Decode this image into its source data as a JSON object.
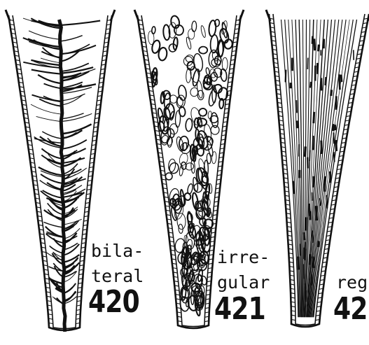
{
  "figures": [
    {
      "id": "420",
      "caption_line1": "bila-",
      "caption_line2": "teral",
      "pattern": "bilateral"
    },
    {
      "id": "421",
      "caption_line1": "irre-",
      "caption_line2": "gular",
      "pattern": "irregular"
    },
    {
      "id": "42",
      "caption_line1": "",
      "caption_line2": "reg",
      "pattern": "regular"
    }
  ],
  "colors": {
    "ink": "#111111",
    "paper": "#ffffff"
  }
}
